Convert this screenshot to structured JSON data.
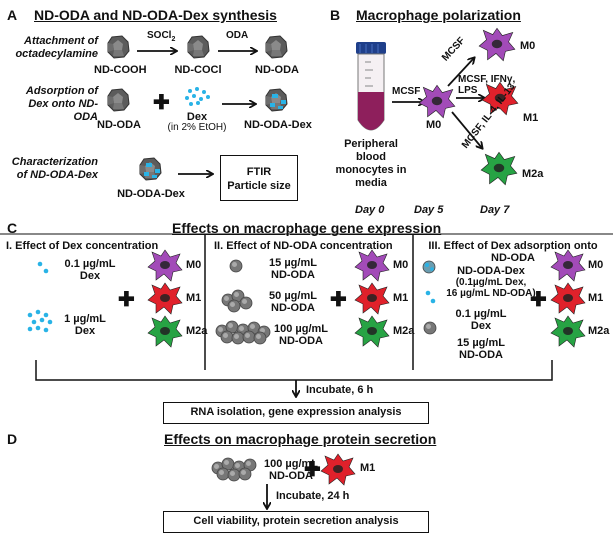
{
  "panelA": {
    "letter": "A",
    "title": "ND-ODA and ND-ODA-Dex synthesis",
    "row1_label": "Attachment of octadecylamine",
    "reagent1": "SOCl",
    "reagent1_sub": "2",
    "reagent2": "ODA",
    "nd_cooh": "ND-COOH",
    "nd_cocl": "ND-COCl",
    "nd_oda": "ND-ODA",
    "row2_label": "Adsorption of Dex onto ND-ODA",
    "row2_nd_oda": "ND-ODA",
    "dex": "Dex",
    "dex_sub": "(in 2% EtOH)",
    "nd_oda_dex": "ND-ODA-Dex",
    "row3_label": "Characterization of ND-ODA-Dex",
    "row3_product": "ND-ODA-Dex",
    "ftir_box": "FTIR",
    "size_box": "Particle size"
  },
  "panelB": {
    "letter": "B",
    "title": "Macrophage polarization",
    "monocytes": "Peripheral blood monocytes in media",
    "mcsf": "MCSF",
    "m0_mid": "M0",
    "mcsf_up": "MCSF",
    "m0_top": "M0",
    "m1_cond": "MCSF, IFNγ, LPS",
    "m1": "M1",
    "m2_cond": "MCSF, IL-4, IL-13",
    "m2a": "M2a",
    "day0": "Day 0",
    "day5": "Day 5",
    "day7": "Day 7"
  },
  "panelC": {
    "letter": "C",
    "title": "Effects on macrophage gene expression",
    "sec1_title": "I. Effect of Dex concentration",
    "sec1_dex1": "0.1 µg/mL",
    "sec1_dex1b": "Dex",
    "sec1_dex2": "1 µg/mL",
    "sec1_dex2b": "Dex",
    "sec2_title": "II. Effect of ND-ODA concentration",
    "sec2_c1": "15 µg/mL",
    "sec2_c1b": "ND-ODA",
    "sec2_c2": "50 µg/mL",
    "sec2_c2b": "ND-ODA",
    "sec2_c3": "100 µg/mL",
    "sec2_c3b": "ND-ODA",
    "sec3_title": "III. Effect of Dex adsorption onto",
    "sec3_title2": "ND-ODA",
    "sec3_a": "ND-ODA-Dex",
    "sec3_a2": "(0.1µg/mL Dex,",
    "sec3_a3": "16 µg/mL ND-ODA)",
    "sec3_b": "0.1 µg/mL",
    "sec3_b2": "Dex",
    "sec3_c": "15 µg/mL",
    "sec3_c2": "ND-ODA",
    "m0": "M0",
    "m1": "M1",
    "m2a": "M2a",
    "incubate": "Incubate, 6 h",
    "result_box": "RNA isolation, gene expression analysis"
  },
  "panelD": {
    "letter": "D",
    "title": "Effects on macrophage protein secretion",
    "conc": "100 µg/mL",
    "conc2": "ND-ODA",
    "m1": "M1",
    "incubate": "Incubate, 24 h",
    "result_box": "Cell viability, protein secretion analysis"
  },
  "colors": {
    "m0": "#a24bb8",
    "m1": "#e0212b",
    "m2a": "#27a344",
    "dex": "#29b3e6",
    "nd": "#6a6a6a",
    "tube": "#8e1f5c",
    "cap": "#1f3f8a"
  }
}
